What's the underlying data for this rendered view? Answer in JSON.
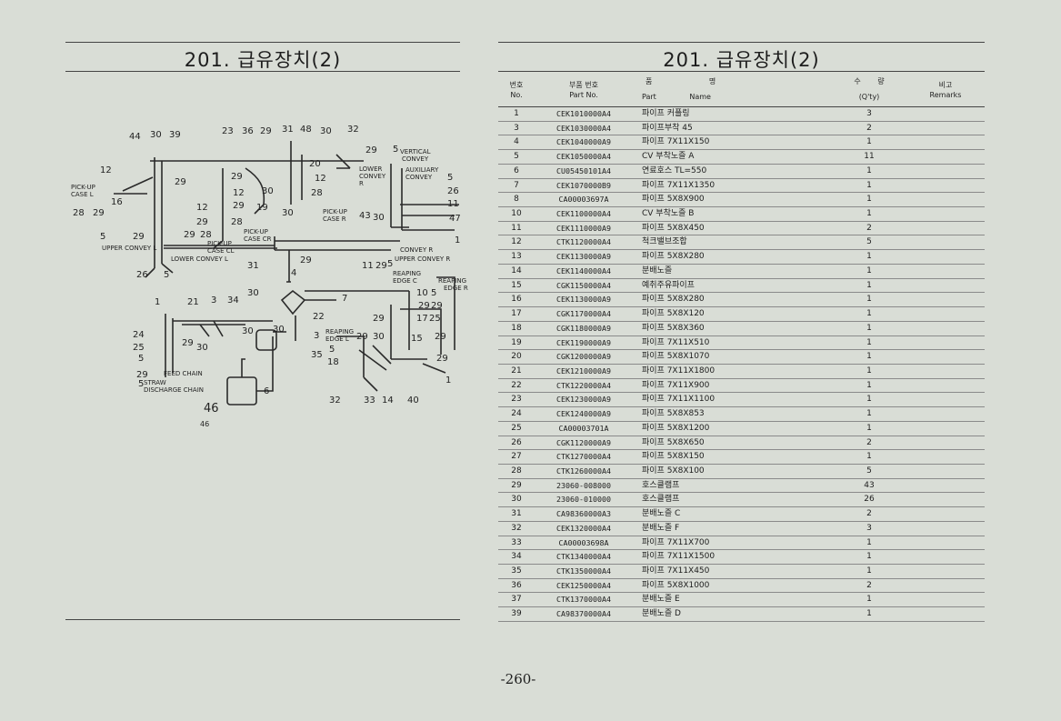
{
  "left_page": {
    "title": "201. 급유장치(2)",
    "diagram_labels": [
      "44",
      "30",
      "39",
      "23",
      "36",
      "29",
      "31",
      "48",
      "30",
      "32",
      "29",
      "5",
      "VERTICAL",
      "CONVEY",
      "LOWER",
      "CONVEY",
      "R",
      "AUXILIARY",
      "CONVEY",
      "5",
      "12",
      "PICK-UP",
      "CASE L",
      "28",
      "29",
      "29",
      "16",
      "20",
      "12",
      "28",
      "29",
      "12",
      "30",
      "19",
      "29",
      "26",
      "11",
      "47",
      "12",
      "29",
      "28",
      "29",
      "28",
      "29",
      "28",
      "PICK-UP",
      "CASE R",
      "43",
      "30",
      "30",
      "5",
      "29",
      "PICK-UP",
      "CASE CL",
      "PICK-UP",
      "CASE CR",
      "1",
      "UPPER CONVEY L",
      "LOWER CONVEY L",
      "CONVEY R",
      "29",
      "26",
      "5",
      "31",
      "11",
      "29",
      "5",
      "UPPER CONVEY R",
      "4",
      "REAPING",
      "EDGE C",
      "REAPING",
      "EDGE R",
      "10",
      "5",
      "29",
      "29",
      "30",
      "1",
      "21",
      "3",
      "34",
      "7",
      "22",
      "17",
      "25",
      "29",
      "24",
      "25",
      "29",
      "30",
      "30",
      "3",
      "REAPING",
      "EDGE L",
      "29",
      "30",
      "15",
      "29",
      "5",
      "5",
      "35",
      "18",
      "29",
      "29",
      "FEED CHAIN",
      "STRAW",
      "DISCHARGE CHAIN",
      "6",
      "1",
      "46",
      "46",
      "32",
      "33",
      "14",
      "40"
    ]
  },
  "right_page": {
    "title": "201. 급유장치(2)",
    "headers": {
      "no_ko": "번호",
      "no_en": "No.",
      "part_no_ko": "부품 번호",
      "part_no_en": "Part No.",
      "name_ko_1": "품",
      "name_ko_2": "명",
      "name_en_1": "Part",
      "name_en_2": "Name",
      "qty_ko_1": "수",
      "qty_ko_2": "량",
      "qty_en": "(Q'ty)",
      "remarks_ko": "비고",
      "remarks_en": "Remarks"
    },
    "rows": [
      {
        "no": "1",
        "part": "CEK1010000A4",
        "name": "파이프 커플링",
        "qty": "3"
      },
      {
        "no": "3",
        "part": "CEK1030000A4",
        "name": "파이프부착 45",
        "qty": "2"
      },
      {
        "no": "4",
        "part": "CEK1040000A9",
        "name": "파이프 7X11X150",
        "qty": "1"
      },
      {
        "no": "5",
        "part": "CEK1050000A4",
        "name": "CV 부착노즐 A",
        "qty": "11"
      },
      {
        "no": "6",
        "part": "CU05450101A4",
        "name": "연료호스 TL=550",
        "qty": "1"
      },
      {
        "no": "7",
        "part": "CEK1070000B9",
        "name": "파이프 7X11X1350",
        "qty": "1"
      },
      {
        "no": "8",
        "part": "CA00003697A",
        "name": "파이프 5X8X900",
        "qty": "1"
      },
      {
        "no": "10",
        "part": "CEK1100000A4",
        "name": "CV 부착노즐 B",
        "qty": "1"
      },
      {
        "no": "11",
        "part": "CEK1110000A9",
        "name": "파이프 5X8X450",
        "qty": "2"
      },
      {
        "no": "12",
        "part": "CTK1120000A4",
        "name": "척크밸브조합",
        "qty": "5"
      },
      {
        "no": "13",
        "part": "CEK1130000A9",
        "name": "파이프 5X8X280",
        "qty": "1"
      },
      {
        "no": "14",
        "part": "CEK1140000A4",
        "name": "분배노즐",
        "qty": "1"
      },
      {
        "no": "15",
        "part": "CGK1150000A4",
        "name": "예취주유파이프",
        "qty": "1"
      },
      {
        "no": "16",
        "part": "CEK1130000A9",
        "name": "파이프 5X8X280",
        "qty": "1"
      },
      {
        "no": "17",
        "part": "CGK1170000A4",
        "name": "파이프 5X8X120",
        "qty": "1"
      },
      {
        "no": "18",
        "part": "CGK1180000A9",
        "name": "파이프 5X8X360",
        "qty": "1"
      },
      {
        "no": "19",
        "part": "CEK1190000A9",
        "name": "파이프 7X11X510",
        "qty": "1"
      },
      {
        "no": "20",
        "part": "CGK1200000A9",
        "name": "파이프 5X8X1070",
        "qty": "1"
      },
      {
        "no": "21",
        "part": "CEK1210000A9",
        "name": "파이프 7X11X1800",
        "qty": "1"
      },
      {
        "no": "22",
        "part": "CTK1220000A4",
        "name": "파이프 7X11X900",
        "qty": "1"
      },
      {
        "no": "23",
        "part": "CEK1230000A9",
        "name": "파이프 7X11X1100",
        "qty": "1"
      },
      {
        "no": "24",
        "part": "CEK1240000A9",
        "name": "파이프 5X8X853",
        "qty": "1"
      },
      {
        "no": "25",
        "part": "CA00003701A",
        "name": "파이프 5X8X1200",
        "qty": "1"
      },
      {
        "no": "26",
        "part": "CGK1120000A9",
        "name": "파이프 5X8X650",
        "qty": "2"
      },
      {
        "no": "27",
        "part": "CTK1270000A4",
        "name": "파이프 5X8X150",
        "qty": "1"
      },
      {
        "no": "28",
        "part": "CTK1260000A4",
        "name": "파이프 5X8X100",
        "qty": "5"
      },
      {
        "no": "29",
        "part": "23060-008000",
        "name": "호스클램프",
        "qty": "43"
      },
      {
        "no": "30",
        "part": "23060-010000",
        "name": "호스클램프",
        "qty": "26"
      },
      {
        "no": "31",
        "part": "CA98360000A3",
        "name": "분배노즐 C",
        "qty": "2"
      },
      {
        "no": "32",
        "part": "CEK1320000A4",
        "name": "분배노즐 F",
        "qty": "3"
      },
      {
        "no": "33",
        "part": "CA00003698A",
        "name": "파이프 7X11X700",
        "qty": "1"
      },
      {
        "no": "34",
        "part": "CTK1340000A4",
        "name": "파이프 7X11X1500",
        "qty": "1"
      },
      {
        "no": "35",
        "part": "CTK1350000A4",
        "name": "파이프 7X11X450",
        "qty": "1"
      },
      {
        "no": "36",
        "part": "CEK1250000A4",
        "name": "파이프 5X8X1000",
        "qty": "2"
      },
      {
        "no": "37",
        "part": "CTK1370000A4",
        "name": "분배노즐 E",
        "qty": "1"
      },
      {
        "no": "39",
        "part": "CA98370000A4",
        "name": "분배노즐 D",
        "qty": "1"
      }
    ]
  },
  "page_number": "-260-"
}
